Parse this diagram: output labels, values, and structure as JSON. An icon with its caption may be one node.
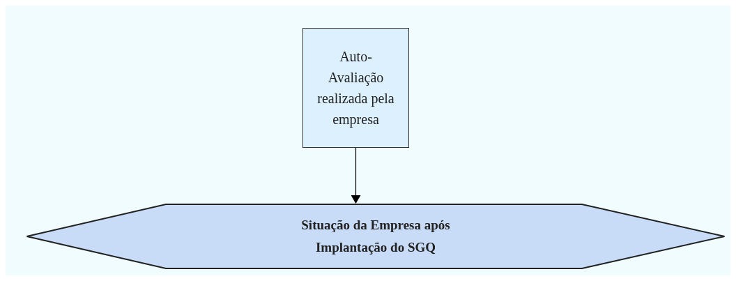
{
  "diagram": {
    "nodes": [
      {
        "text": [
          "Auto-Avaliação realizada pela empresa"
        ]
      },
      {
        "text": [
          "Situação da Empresa após Implantação do SGQ"
        ]
      }
    ],
    "edges": [
      {
        "from": 0,
        "to": 1,
        "arrow": "to"
      }
    ]
  }
}
